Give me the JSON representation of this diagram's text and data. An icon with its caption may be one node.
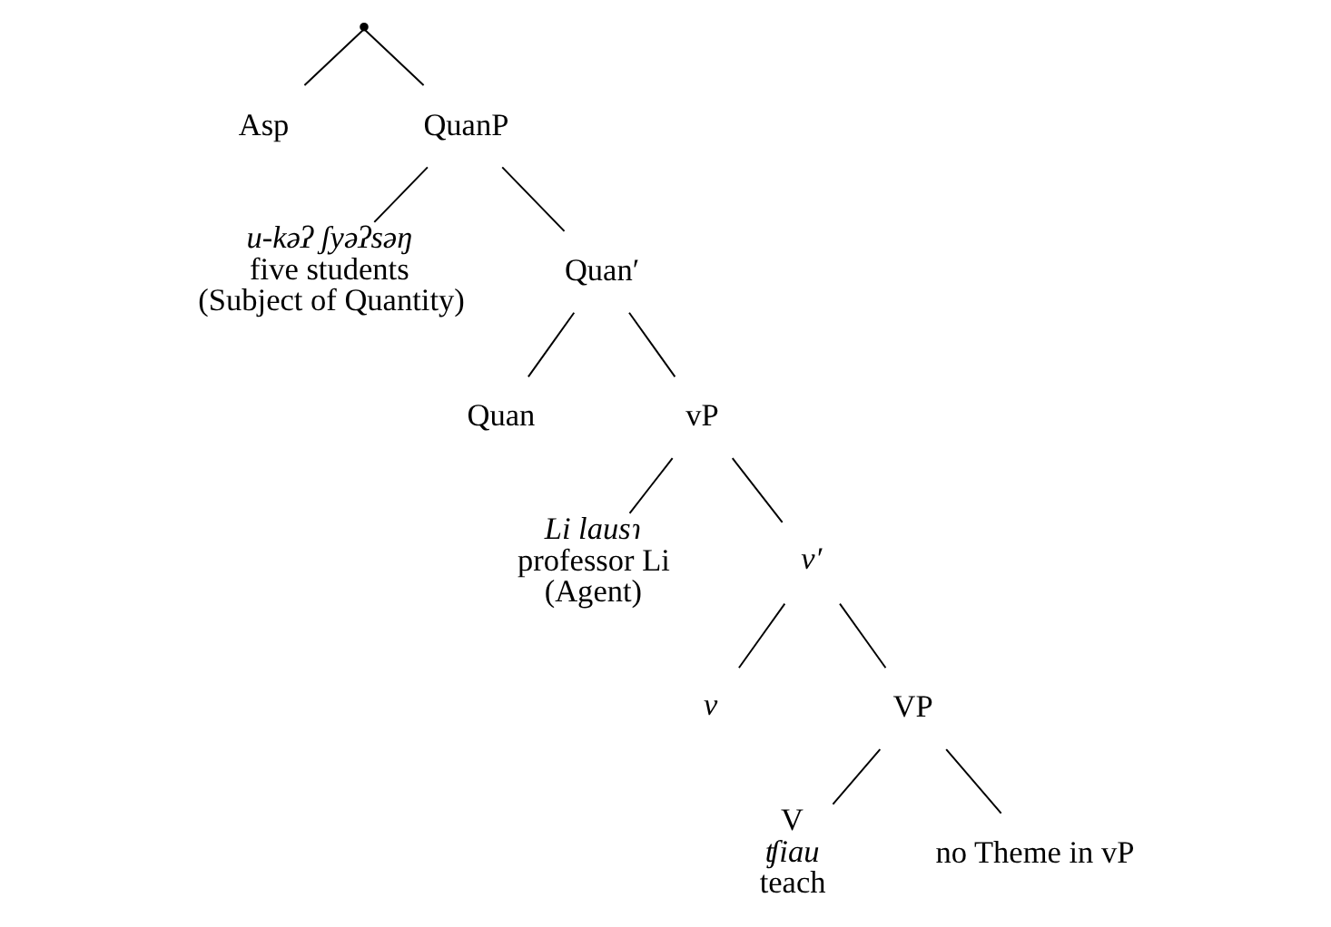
{
  "diagram": {
    "nodes": [
      {
        "text": [],
        "shape": "point"
      },
      {
        "text": [
          "Asp"
        ]
      },
      {
        "text": [
          "QuanP"
        ]
      },
      {
        "text": [
          "u-kəʔ ʃyəʔsəŋ",
          "five students",
          "(Subject of Quantity)"
        ]
      },
      {
        "text": [
          "Quan′"
        ]
      },
      {
        "text": [
          "Quan"
        ]
      },
      {
        "text": [
          "vP"
        ]
      },
      {
        "text": [
          "Li lausɿ",
          "professor Li",
          "(Agent)"
        ]
      },
      {
        "text": [
          "v′"
        ]
      },
      {
        "text": [
          "v"
        ]
      },
      {
        "text": [
          "VP"
        ]
      },
      {
        "text": [
          "V",
          "ʧiau",
          "teach"
        ]
      },
      {
        "text": [
          "no Theme in vP"
        ]
      }
    ],
    "edges": [
      {
        "from": 0,
        "to": 1,
        "arrow": "none"
      },
      {
        "from": 0,
        "to": 2,
        "arrow": "none"
      },
      {
        "from": 2,
        "to": 3,
        "arrow": "none"
      },
      {
        "from": 2,
        "to": 4,
        "arrow": "none"
      },
      {
        "from": 4,
        "to": 5,
        "arrow": "none"
      },
      {
        "from": 4,
        "to": 6,
        "arrow": "none"
      },
      {
        "from": 6,
        "to": 7,
        "arrow": "none"
      },
      {
        "from": 6,
        "to": 8,
        "arrow": "none"
      },
      {
        "from": 8,
        "to": 9,
        "arrow": "none"
      },
      {
        "from": 8,
        "to": 10,
        "arrow": "none"
      },
      {
        "from": 10,
        "to": 11,
        "arrow": "none"
      },
      {
        "from": 10,
        "to": 12,
        "arrow": "none"
      }
    ]
  }
}
